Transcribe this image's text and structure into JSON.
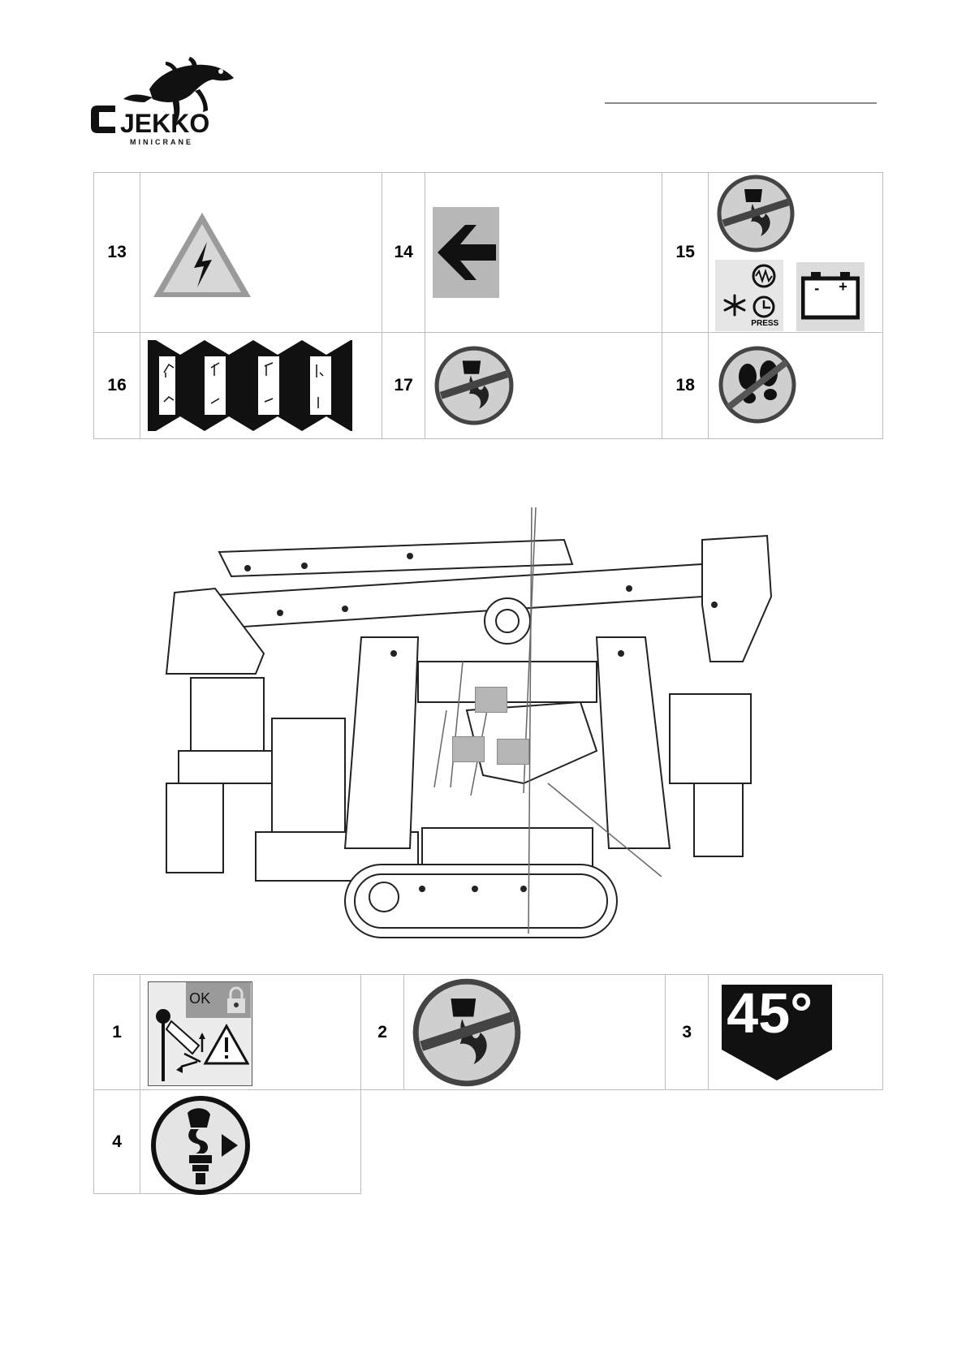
{
  "header": {
    "logo_text": "JEKKO",
    "logo_sub": "MINICRANE"
  },
  "table_top": {
    "rows": [
      [
        {
          "num": "13",
          "symbol": "electrical-hazard-triangle-icon"
        },
        {
          "num": "14",
          "symbol": "arrow-left-icon"
        },
        {
          "num": "15",
          "symbol": "no-fuel-no-fire-icon"
        }
      ],
      [
        {
          "num": "16",
          "symbol": "crane-operation-diagram-strip"
        },
        {
          "num": "17",
          "symbol": "no-fuel-no-fire-icon"
        },
        {
          "num": "18",
          "symbol": "no-stepping-icon"
        }
      ]
    ],
    "cell15": {
      "press_label": "PRESS",
      "battery_minus": "-",
      "battery_plus": "+"
    }
  },
  "table_bottom": {
    "rows": [
      [
        {
          "num": "1",
          "symbol": "ok-lock-warning-icon"
        },
        {
          "num": "2",
          "symbol": "no-fuel-no-fire-icon"
        },
        {
          "num": "3",
          "symbol": "45-degree-sign"
        }
      ],
      [
        {
          "num": "4",
          "symbol": "fuel-filler-icon"
        }
      ]
    ],
    "cell1": {
      "ok_label": "OK"
    },
    "cell3": {
      "angle_label": "45°"
    }
  }
}
